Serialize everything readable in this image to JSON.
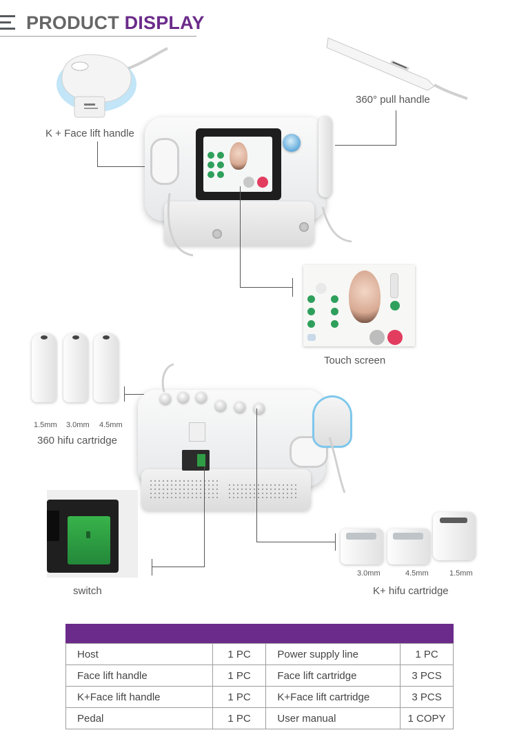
{
  "header": {
    "title_part1": "PRODUCT",
    "title_part2": "DISPLAY",
    "accent_color": "#6b2b8a"
  },
  "labels": {
    "k_face_lift_handle": "K + Face lift handle",
    "pull_handle_360": "360° pull handle",
    "touch_screen": "Touch screen",
    "hifu_360_cartridge": "360 hifu cartridge",
    "cartridge_sizes_360": [
      "1.5mm",
      "3.0mm",
      "4.5mm"
    ],
    "switch": "switch",
    "k_hifu_cartridge": "K+ hifu cartridge",
    "cartridge_sizes_k": [
      "3.0mm",
      "4.5mm",
      "1.5mm"
    ]
  },
  "packing_list": {
    "rows": [
      {
        "item1": "Host",
        "qty1": "1 PC",
        "item2": "Power supply line",
        "qty2": "1 PC"
      },
      {
        "item1": "Face lift handle",
        "qty1": "1 PC",
        "item2": "Face lift cartridge",
        "qty2": "3 PCS"
      },
      {
        "item1": "K+Face lift handle",
        "qty1": "1 PC",
        "item2": "K+Face lift cartridge",
        "qty2": "3 PCS"
      },
      {
        "item1": "Pedal",
        "qty1": "1 PC",
        "item2": "User manual",
        "qty2": "1 COPY"
      }
    ]
  }
}
